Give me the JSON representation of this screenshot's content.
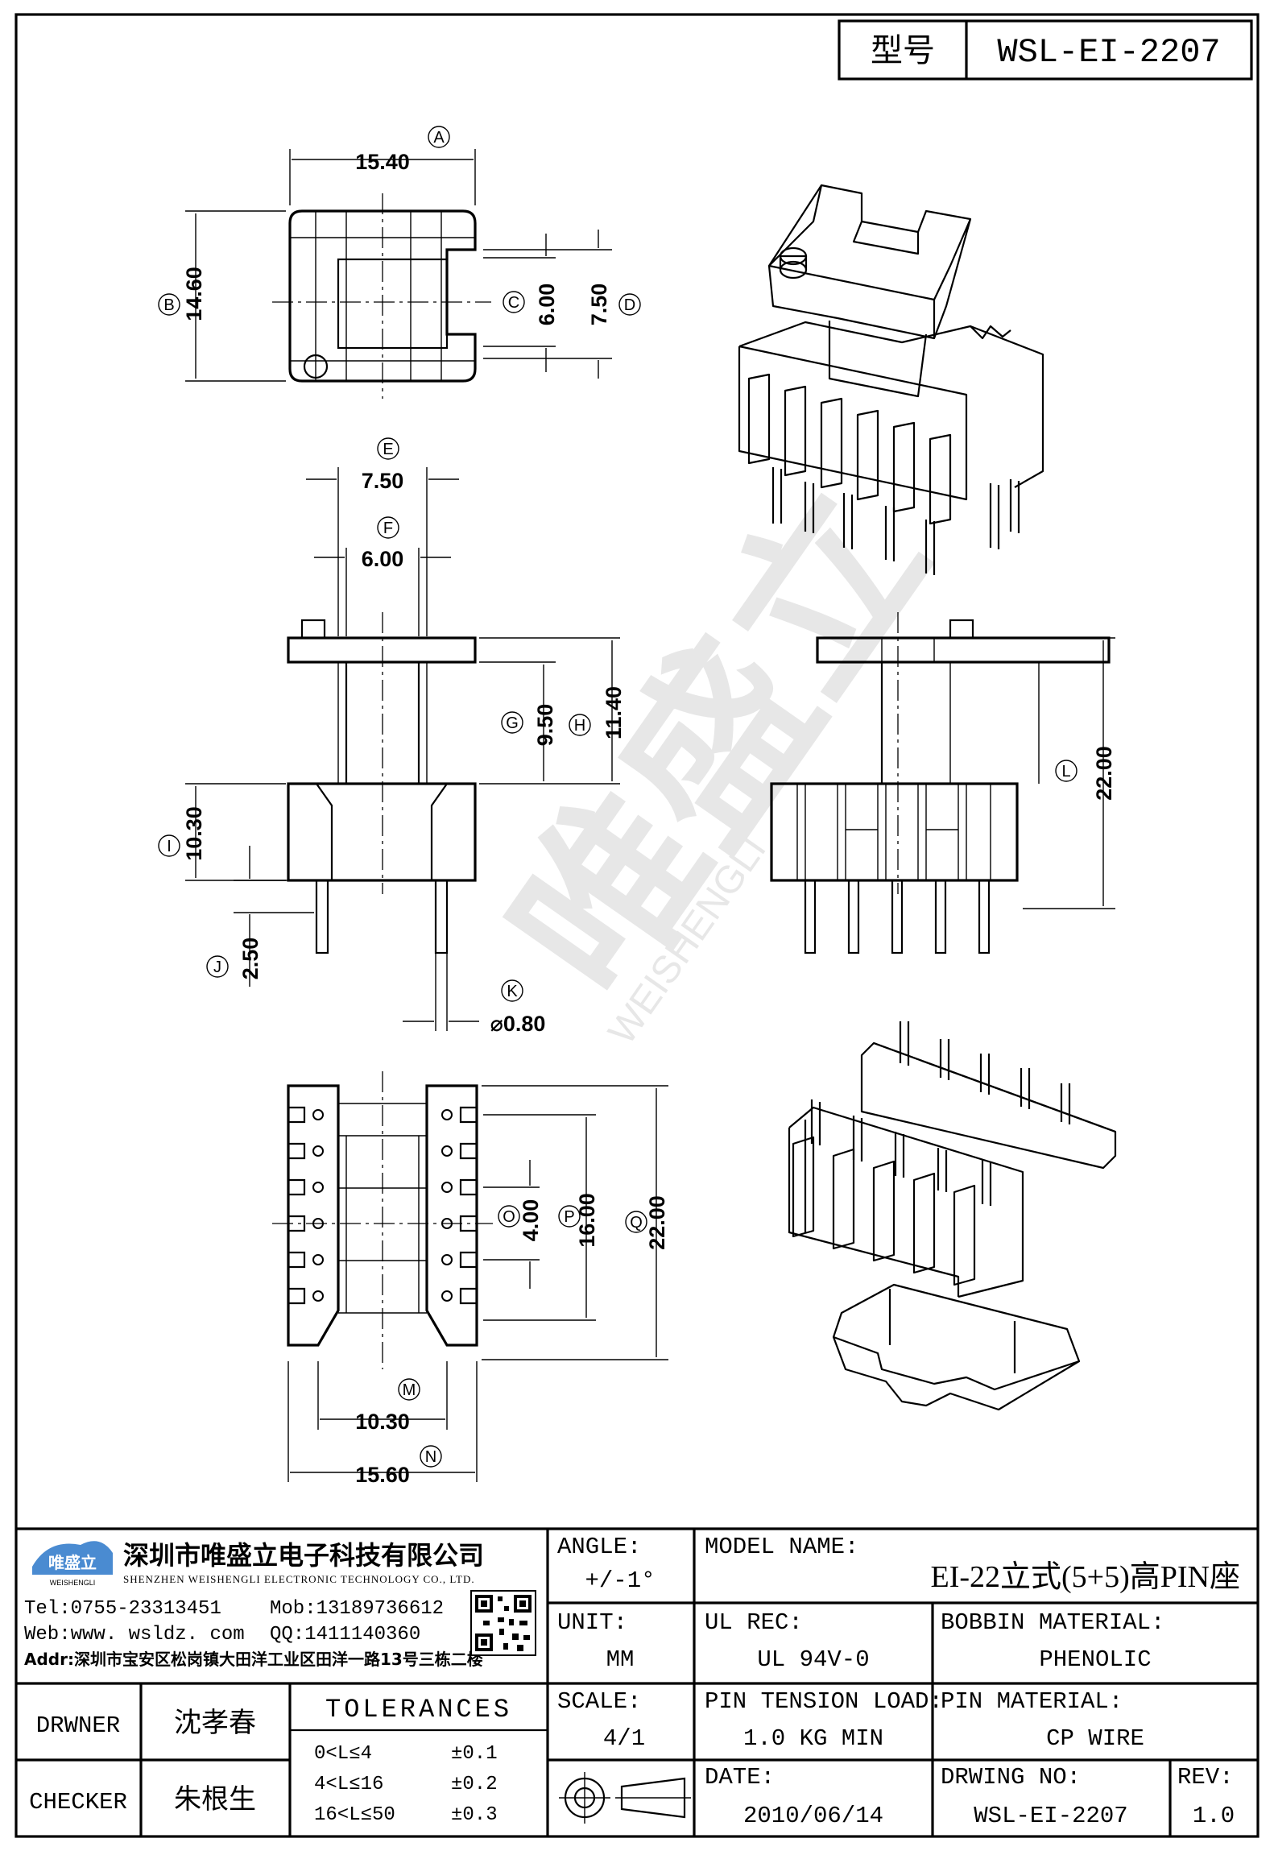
{
  "header": {
    "model_label": "型号",
    "model_no": "WSL-EI-2207"
  },
  "dimensions": {
    "A": "15.40",
    "B": "14.60",
    "C": "6.00",
    "D": "7.50",
    "E": "7.50",
    "F": "6.00",
    "G": "9.50",
    "H": "11.40",
    "I": "10.30",
    "J": "2.50",
    "K": "⌀0.80",
    "L": "22.00",
    "M": "10.30",
    "N": "15.60",
    "O": "4.00",
    "P": "16.00",
    "Q": "22.00"
  },
  "watermark": {
    "text": "唯盛立",
    "sub": "WEISHENGLI"
  },
  "company": {
    "name": "深圳市唯盛立电子科技有限公司",
    "name_en": "SHENZHEN WEISHENGLI ELECTRONIC TECHNOLOGY CO., LTD.",
    "logo_text": "唯盛立",
    "logo_sub": "WEISHENGLI",
    "tel": "Tel:0755-23313451",
    "mob": "Mob:13189736612",
    "web": "Web:www. wsldz. com",
    "qq": "QQ:1411140360",
    "addr": "Addr:深圳市宝安区松岗镇大田洋工业区田洋一路13号三栋二楼"
  },
  "title_block": {
    "angle_label": "ANGLE:",
    "angle_value": "+/-1°",
    "model_name_label": "MODEL NAME:",
    "model_name_value": "EI-22立式(5+5)高PIN座",
    "unit_label": "UNIT:",
    "unit_value": "MM",
    "ul_label": "UL REC:",
    "ul_value": "UL 94V-0",
    "bobbin_label": "BOBBIN MATERIAL:",
    "bobbin_value": "PHENOLIC",
    "drawer_label": "DRWNER",
    "drawer_value": "沈孝春",
    "checker_label": "CHECKER",
    "checker_value": "朱根生",
    "tol_label": "TOLERANCES",
    "tol_rows": [
      {
        "range": "0<L≤4",
        "value": "±0.1"
      },
      {
        "range": "4<L≤16",
        "value": "±0.2"
      },
      {
        "range": "16<L≤50",
        "value": "±0.3"
      }
    ],
    "scale_label": "SCALE:",
    "scale_value": "4/1",
    "pin_tension_label": "PIN TENSION LOAD:",
    "pin_tension_value": "1.0 KG MIN",
    "pin_material_label": "PIN MATERIAL:",
    "pin_material_value": "CP WIRE",
    "date_label": "DATE:",
    "date_value": "2010/06/14",
    "drawing_no_label": "DRWING NO:",
    "drawing_no_value": "WSL-EI-2207",
    "rev_label": "REV:",
    "rev_value": "1.0"
  }
}
